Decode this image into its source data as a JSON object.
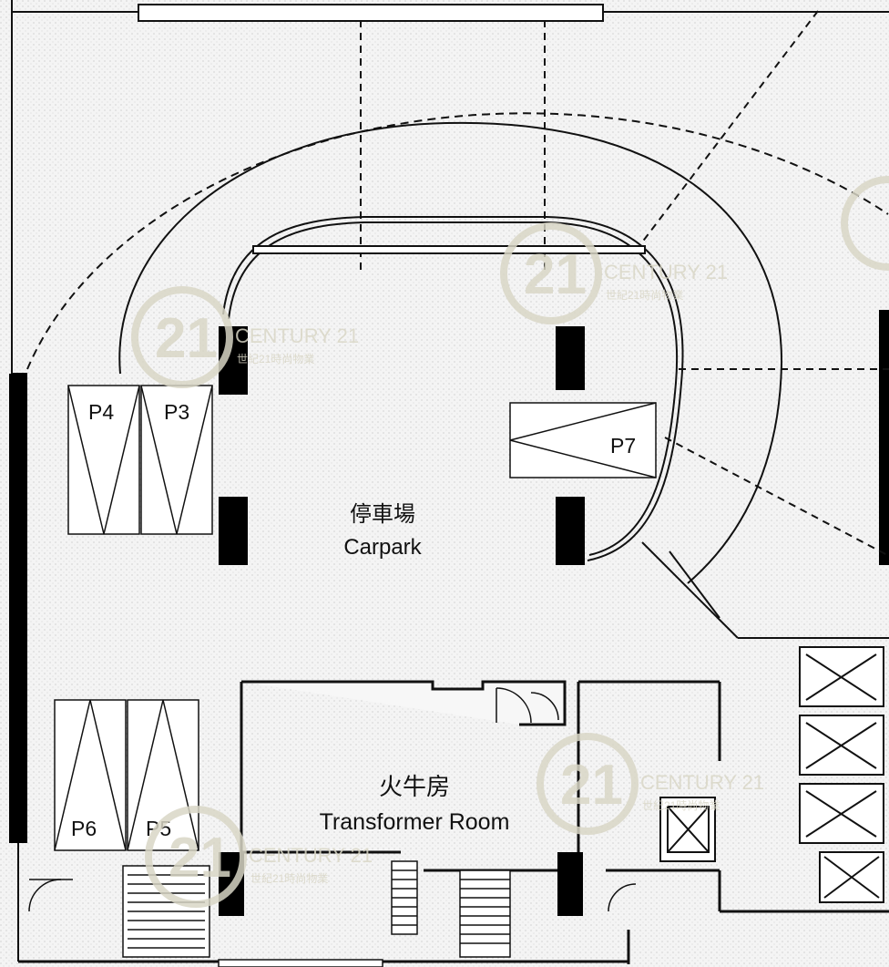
{
  "rooms": {
    "carpark": {
      "zh": "停車場",
      "en": "Carpark"
    },
    "transformer": {
      "zh": "火牛房",
      "en": "Transformer Room"
    }
  },
  "parking_bays": [
    "P4",
    "P3",
    "P7",
    "P6",
    "P5"
  ],
  "watermark": {
    "brand": "CENTURY 21",
    "zh": "世紀21時尚物業",
    "logo_numeral": "21",
    "color": "#d9d6c6"
  },
  "colors": {
    "background": "#f2f2f2",
    "wall": "#000000",
    "line": "#111111"
  }
}
